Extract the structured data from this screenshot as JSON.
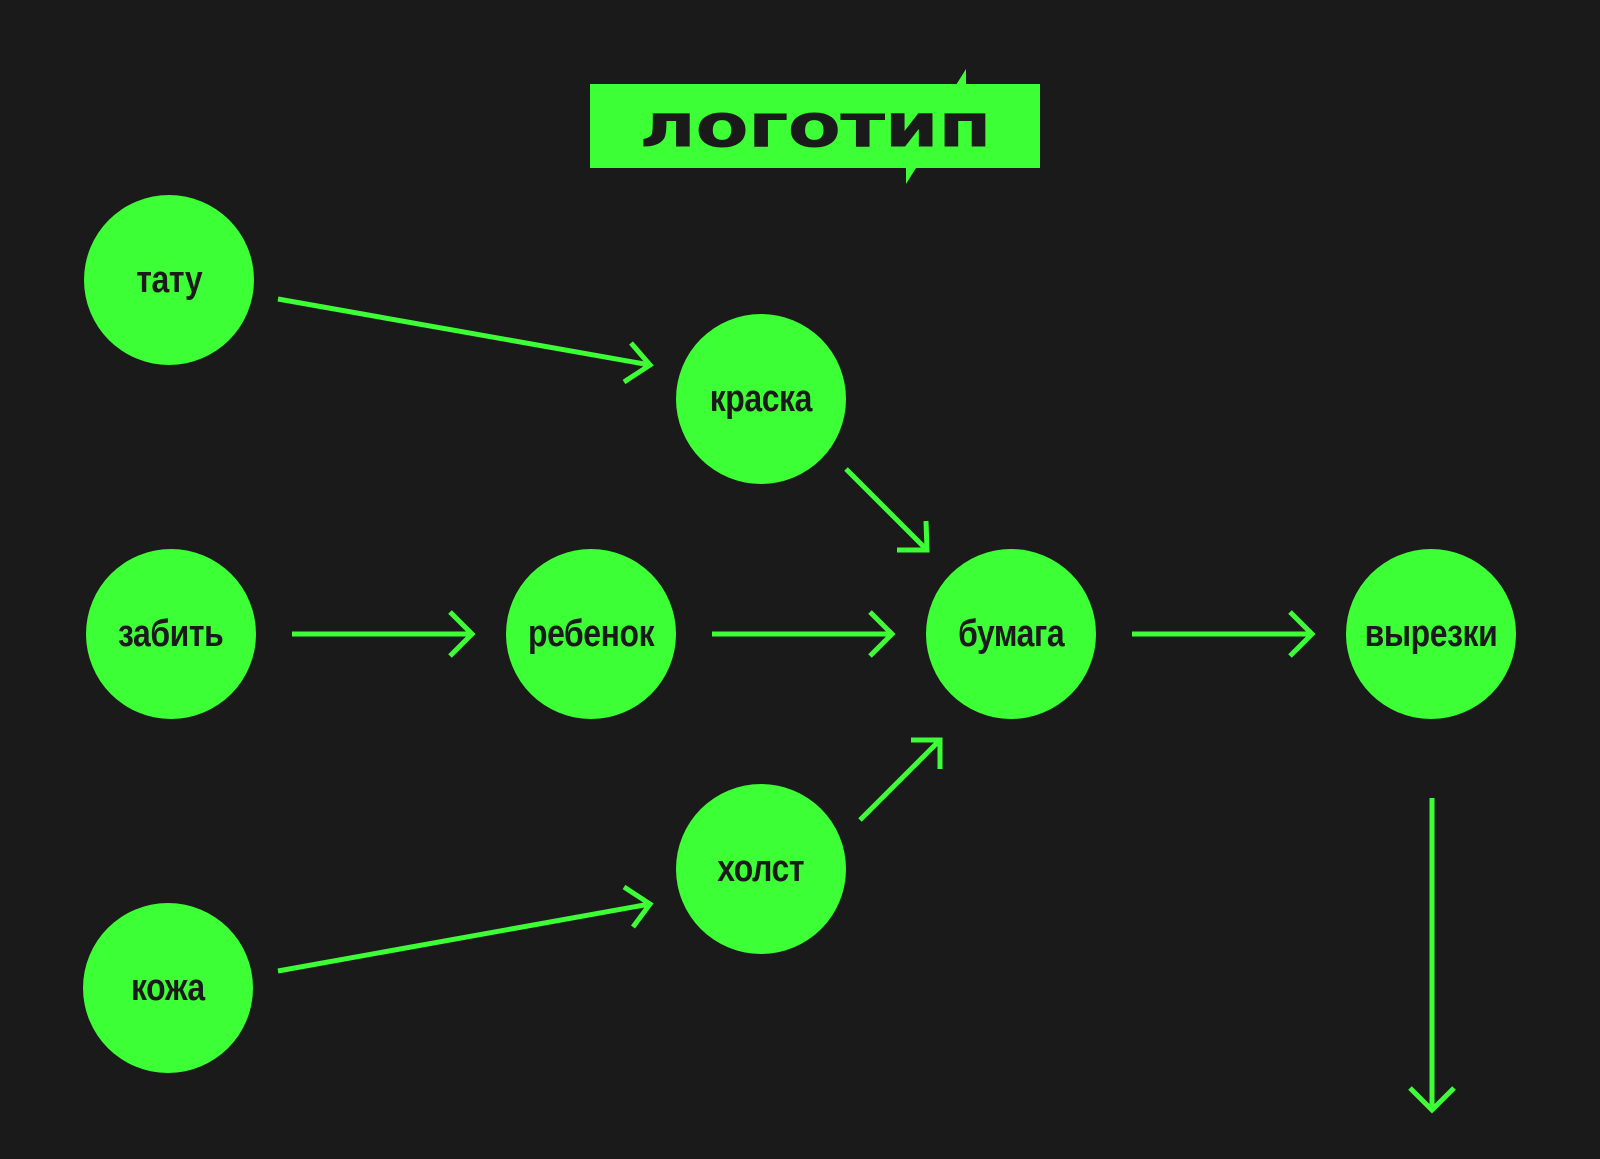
{
  "title": "логотип",
  "colors": {
    "background": "#1a1a1a",
    "accent": "#3dff35",
    "text_dark": "#1a1a1a"
  },
  "nodes": [
    {
      "id": "tatu",
      "label": "тату"
    },
    {
      "id": "kraska",
      "label": "краска"
    },
    {
      "id": "zabit",
      "label": "забить"
    },
    {
      "id": "rebenok",
      "label": "ребенок"
    },
    {
      "id": "bumaga",
      "label": "бумага"
    },
    {
      "id": "vyrezki",
      "label": "вырезки"
    },
    {
      "id": "holst",
      "label": "холст"
    },
    {
      "id": "kozha",
      "label": "кожа"
    }
  ],
  "edges": [
    {
      "from": "tatu",
      "to": "kraska"
    },
    {
      "from": "kraska",
      "to": "bumaga"
    },
    {
      "from": "zabit",
      "to": "rebenok"
    },
    {
      "from": "rebenok",
      "to": "bumaga"
    },
    {
      "from": "bumaga",
      "to": "vyrezki"
    },
    {
      "from": "holst",
      "to": "bumaga"
    },
    {
      "from": "kozha",
      "to": "holst"
    },
    {
      "from": "vyrezki",
      "to": ""
    }
  ]
}
